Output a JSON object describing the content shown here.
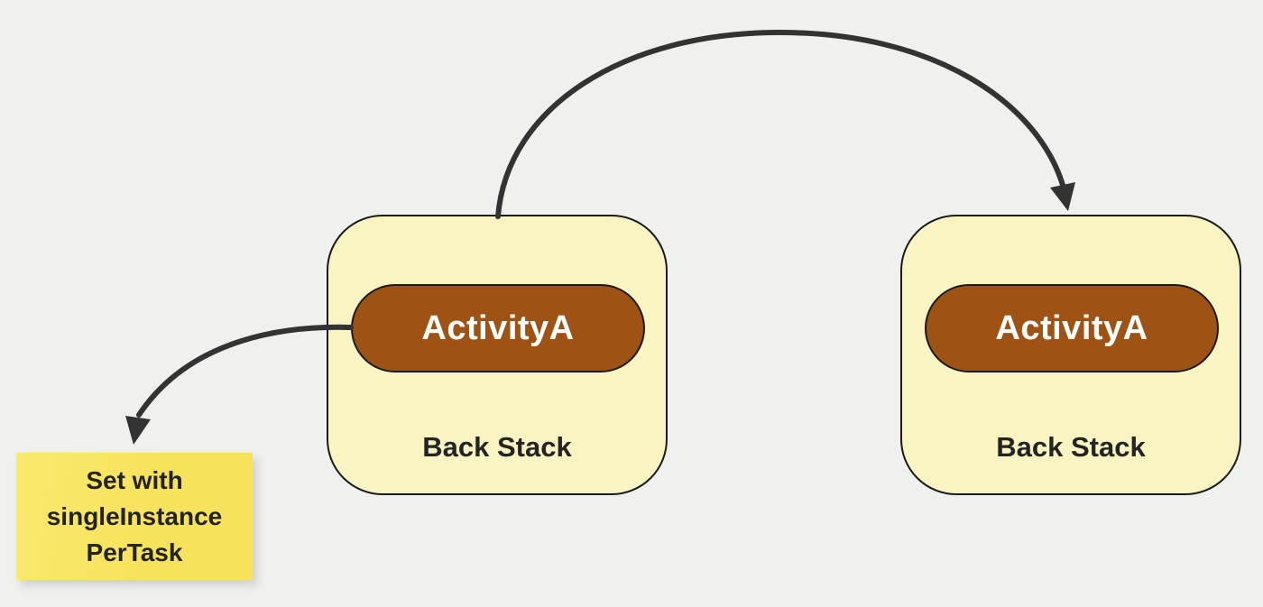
{
  "colors": {
    "bg": "#F0F0EF",
    "node_fill": "#FAF3C2",
    "node_border": "#1A1A1A",
    "activity_fill": "#9E5315",
    "activity_text": "#FFFFFF",
    "label_text": "#242424",
    "note_bg": "#F7E25B",
    "note_bg_light": "#FAE96E",
    "note_text": "#232323",
    "arrow": "#333333"
  },
  "tasks": [
    {
      "activity_label": "ActivityA",
      "stack_label": "Back Stack"
    },
    {
      "activity_label": "ActivityA",
      "stack_label": "Back Stack"
    }
  ],
  "note": {
    "line1": "Set with",
    "line2": "singleInstance",
    "line3": "PerTask"
  },
  "arrows": [
    {
      "name": "activity-to-note-arrow"
    },
    {
      "name": "left-task-to-right-task-arrow"
    }
  ]
}
